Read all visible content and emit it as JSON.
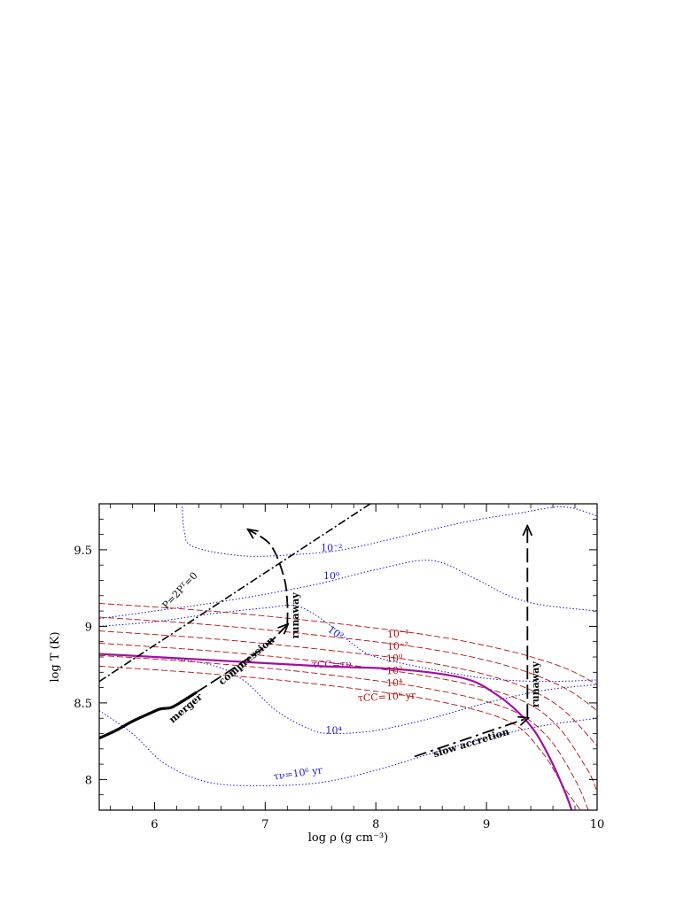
{
  "chart_data": {
    "type": "line",
    "title": "",
    "xlabel": "log ρ  (g cm⁻³)",
    "ylabel": "log T  (K)",
    "xlim": [
      5.5,
      10
    ],
    "ylim": [
      7.8,
      9.8
    ],
    "x_ticks": [
      6,
      7,
      8,
      9,
      10
    ],
    "y_ticks": [
      8,
      8.5,
      9,
      9.5
    ],
    "y_tick_labels": [
      "8",
      "8.5",
      "9",
      "9.5"
    ],
    "grid": false,
    "colors": {
      "neutrino": "#1a1acc",
      "carbon": "#b01010",
      "ignition": "#a010a0",
      "track": "#000000"
    },
    "neutrino_contours": [
      {
        "label": "10⁻²",
        "points": [
          [
            6.25,
            9.78
          ],
          [
            6.27,
            9.62
          ],
          [
            6.35,
            9.52
          ],
          [
            6.8,
            9.46
          ],
          [
            7.3,
            9.47
          ],
          [
            7.7,
            9.5
          ],
          [
            8.2,
            9.58
          ],
          [
            8.8,
            9.68
          ],
          [
            9.3,
            9.74
          ],
          [
            9.7,
            9.78
          ],
          [
            10.0,
            9.72
          ]
        ]
      },
      {
        "label": "10⁰",
        "points": [
          [
            5.5,
            9.05
          ],
          [
            6.0,
            9.1
          ],
          [
            6.5,
            9.15
          ],
          [
            7.0,
            9.21
          ],
          [
            7.5,
            9.28
          ],
          [
            8.0,
            9.37
          ],
          [
            8.5,
            9.43
          ],
          [
            8.9,
            9.31
          ],
          [
            9.2,
            9.2
          ],
          [
            9.5,
            9.14
          ],
          [
            10.0,
            9.1
          ]
        ]
      },
      {
        "label": "10²",
        "points": [
          [
            5.5,
            9.0
          ],
          [
            6.0,
            9.03
          ],
          [
            6.5,
            9.08
          ],
          [
            7.0,
            9.12
          ],
          [
            7.3,
            9.13
          ],
          [
            7.6,
            9.0
          ],
          [
            7.8,
            8.88
          ],
          [
            8.0,
            8.8
          ],
          [
            8.5,
            8.72
          ],
          [
            9.0,
            8.66
          ],
          [
            9.5,
            8.64
          ],
          [
            10.0,
            8.65
          ]
        ]
      },
      {
        "label": "10⁴",
        "points": [
          [
            5.5,
            8.82
          ],
          [
            6.0,
            8.8
          ],
          [
            6.5,
            8.75
          ],
          [
            6.8,
            8.65
          ],
          [
            7.1,
            8.45
          ],
          [
            7.4,
            8.33
          ],
          [
            7.6,
            8.3
          ],
          [
            8.0,
            8.32
          ],
          [
            8.5,
            8.4
          ],
          [
            9.0,
            8.5
          ],
          [
            9.5,
            8.58
          ],
          [
            10.0,
            8.62
          ]
        ]
      },
      {
        "label": "τν=10⁶ yr",
        "points": [
          [
            5.5,
            8.45
          ],
          [
            5.8,
            8.3
          ],
          [
            6.1,
            8.1
          ],
          [
            6.5,
            7.98
          ],
          [
            7.0,
            7.96
          ],
          [
            7.5,
            7.98
          ],
          [
            8.0,
            8.06
          ],
          [
            8.5,
            8.17
          ],
          [
            9.0,
            8.27
          ],
          [
            9.5,
            8.35
          ],
          [
            10.0,
            8.4
          ]
        ]
      }
    ],
    "carbon_contours": [
      {
        "label": "10⁻⁴",
        "points": [
          [
            5.5,
            9.15
          ],
          [
            6.5,
            9.1
          ],
          [
            7.5,
            9.03
          ],
          [
            8.5,
            8.94
          ],
          [
            9.2,
            8.84
          ],
          [
            9.7,
            8.73
          ],
          [
            10.0,
            8.62
          ]
        ]
      },
      {
        "label": "10⁻²",
        "points": [
          [
            5.5,
            9.06
          ],
          [
            6.5,
            9.01
          ],
          [
            7.5,
            8.94
          ],
          [
            8.5,
            8.85
          ],
          [
            9.2,
            8.74
          ],
          [
            9.7,
            8.6
          ],
          [
            10.0,
            8.45
          ]
        ]
      },
      {
        "label": "10⁰",
        "points": [
          [
            5.5,
            8.97
          ],
          [
            6.5,
            8.92
          ],
          [
            7.5,
            8.85
          ],
          [
            8.5,
            8.76
          ],
          [
            9.2,
            8.64
          ],
          [
            9.65,
            8.48
          ],
          [
            10.0,
            8.22
          ]
        ]
      },
      {
        "label": "10²",
        "points": [
          [
            5.5,
            8.89
          ],
          [
            6.5,
            8.84
          ],
          [
            7.5,
            8.77
          ],
          [
            8.5,
            8.67
          ],
          [
            9.2,
            8.55
          ],
          [
            9.6,
            8.38
          ],
          [
            9.9,
            8.08
          ],
          [
            10.0,
            7.92
          ]
        ]
      },
      {
        "label": "10⁴",
        "points": [
          [
            5.5,
            8.81
          ],
          [
            6.5,
            8.76
          ],
          [
            7.5,
            8.69
          ],
          [
            8.5,
            8.59
          ],
          [
            9.2,
            8.46
          ],
          [
            9.55,
            8.28
          ],
          [
            9.8,
            8.0
          ],
          [
            9.92,
            7.8
          ]
        ]
      },
      {
        "label": "τCC=10⁶ yr",
        "points": [
          [
            5.5,
            8.74
          ],
          [
            6.5,
            8.69
          ],
          [
            7.5,
            8.62
          ],
          [
            8.5,
            8.52
          ],
          [
            9.2,
            8.38
          ],
          [
            9.5,
            8.18
          ],
          [
            9.7,
            7.95
          ],
          [
            9.85,
            7.8
          ]
        ]
      }
    ],
    "ignition_line": {
      "label": "τCC=τν",
      "points": [
        [
          5.5,
          8.82
        ],
        [
          6.5,
          8.78
        ],
        [
          7.5,
          8.74
        ],
        [
          8.2,
          8.72
        ],
        [
          8.8,
          8.66
        ],
        [
          9.1,
          8.55
        ],
        [
          9.3,
          8.43
        ],
        [
          9.45,
          8.3
        ],
        [
          9.6,
          8.1
        ],
        [
          9.72,
          7.9
        ],
        [
          9.77,
          7.8
        ]
      ]
    },
    "pressure_line": {
      "label": "P=2Pᵀ=0",
      "points": [
        [
          5.5,
          8.64
        ],
        [
          7.95,
          9.8
        ]
      ]
    },
    "merger_track_solid": {
      "points": [
        [
          5.5,
          8.27
        ],
        [
          5.65,
          8.32
        ],
        [
          5.8,
          8.38
        ],
        [
          5.95,
          8.43
        ],
        [
          6.05,
          8.46
        ],
        [
          6.15,
          8.47
        ],
        [
          6.25,
          8.51
        ],
        [
          6.38,
          8.57
        ]
      ]
    },
    "merger_track_dashed": {
      "label": "merger",
      "points": [
        [
          6.38,
          8.57
        ],
        [
          6.7,
          8.72
        ],
        [
          7.0,
          8.87
        ],
        [
          7.2,
          9.01
        ]
      ]
    },
    "compression_label": "compression",
    "runaway_left": {
      "label": "runaway",
      "points": [
        [
          7.2,
          9.01
        ],
        [
          7.2,
          9.15
        ],
        [
          7.17,
          9.32
        ],
        [
          7.05,
          9.53
        ],
        [
          6.85,
          9.63
        ]
      ]
    },
    "slow_accretion": {
      "label": "slow accretion",
      "points": [
        [
          8.35,
          8.15
        ],
        [
          9.37,
          8.4
        ]
      ]
    },
    "runaway_right": {
      "label": "runaway",
      "points": [
        [
          9.37,
          8.4
        ],
        [
          9.37,
          9.65
        ]
      ]
    }
  }
}
